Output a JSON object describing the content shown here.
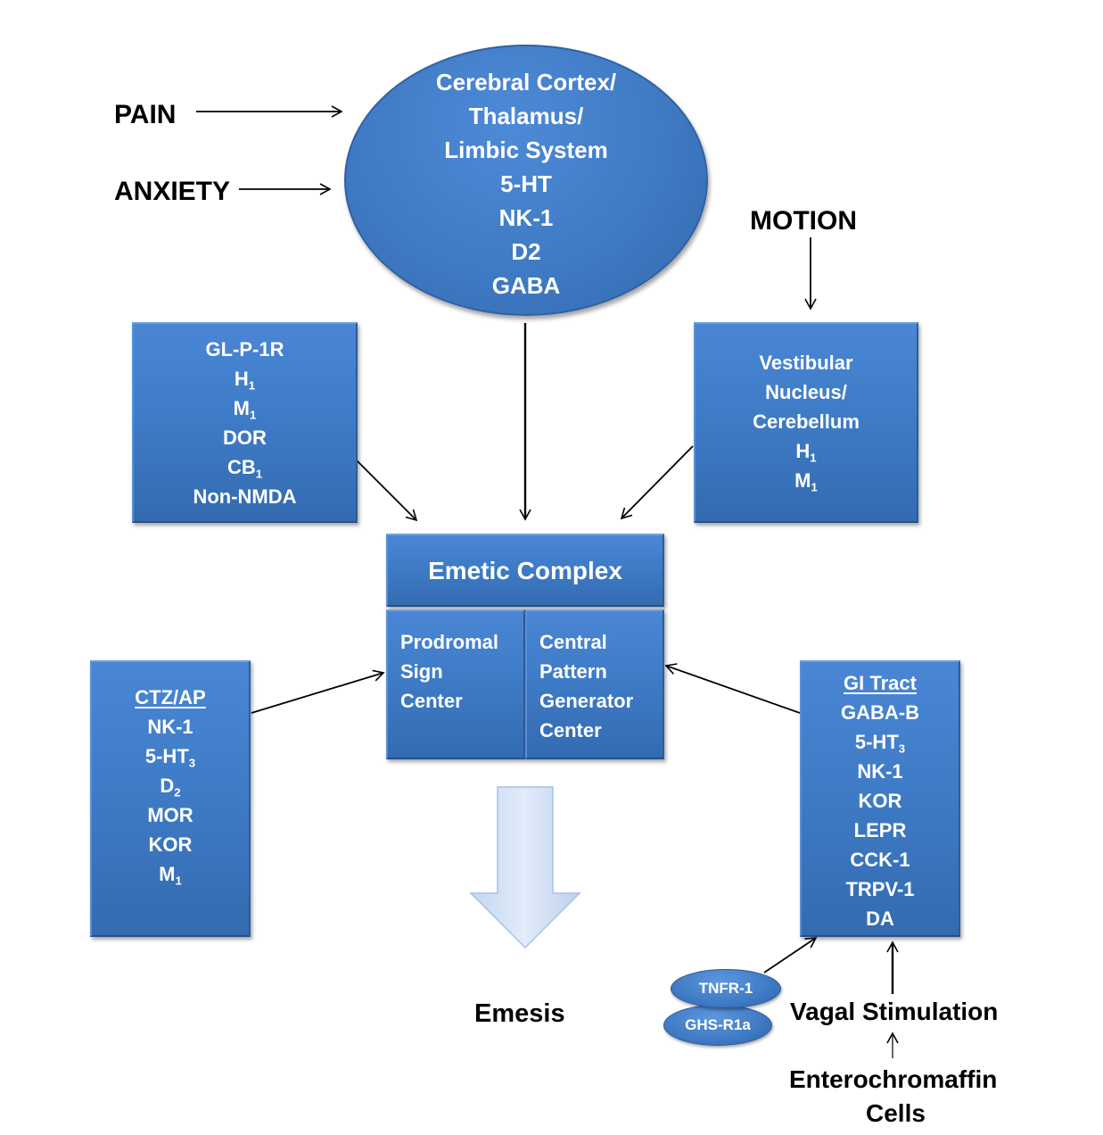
{
  "stimuli": {
    "pain": "PAIN",
    "anxiety": "ANXIETY",
    "motion": "MOTION"
  },
  "cortex": {
    "lines": [
      "Cerebral Cortex/",
      "Thalamus/",
      "Limbic System",
      "5-HT",
      "NK-1",
      "D2",
      "GABA"
    ]
  },
  "left_box": {
    "items": [
      {
        "main": "GL-P-1R",
        "sub": ""
      },
      {
        "main": "H",
        "sub": "1"
      },
      {
        "main": "M",
        "sub": "1"
      },
      {
        "main": "DOR",
        "sub": ""
      },
      {
        "main": "CB",
        "sub": "1"
      },
      {
        "main": "Non-NMDA",
        "sub": ""
      }
    ]
  },
  "vestibular_box": {
    "lines": [
      "Vestibular",
      "Nucleus/",
      "Cerebellum"
    ],
    "items": [
      {
        "main": "H",
        "sub": "1"
      },
      {
        "main": "M",
        "sub": "1"
      }
    ]
  },
  "emetic_complex": {
    "title": "Emetic Complex",
    "left_lines": [
      "Prodromal",
      "Sign",
      "Center"
    ],
    "right_lines": [
      "Central",
      "Pattern",
      "Generator",
      "Center"
    ]
  },
  "ctz_box": {
    "heading": "CTZ/AP",
    "items": [
      {
        "main": "NK-1",
        "sub": ""
      },
      {
        "main": "5-HT",
        "sub": "3"
      },
      {
        "main": "D",
        "sub": "2"
      },
      {
        "main": "MOR",
        "sub": ""
      },
      {
        "main": "KOR",
        "sub": ""
      },
      {
        "main": "M",
        "sub": "1"
      }
    ]
  },
  "gi_box": {
    "heading": "GI Tract",
    "items": [
      {
        "main": "GABA-B",
        "sub": ""
      },
      {
        "main": "5-HT",
        "sub": "3"
      },
      {
        "main": "NK-1",
        "sub": ""
      },
      {
        "main": "KOR",
        "sub": ""
      },
      {
        "main": "LEPR",
        "sub": ""
      },
      {
        "main": "CCK-1",
        "sub": ""
      },
      {
        "main": "TRPV-1",
        "sub": ""
      },
      {
        "main": "DA",
        "sub": ""
      }
    ]
  },
  "receptors": {
    "tnfr": "TNFR-1",
    "ghs": "GHS-R1a"
  },
  "outputs": {
    "emesis": "Emesis",
    "vagal": "Vagal Stimulation",
    "enterochromaffin_1": "Enterochromaffin",
    "enterochromaffin_2": "Cells"
  },
  "colors": {
    "box_blue": "#3f7cc7",
    "emesis_arrow": "#d6e4f7"
  }
}
